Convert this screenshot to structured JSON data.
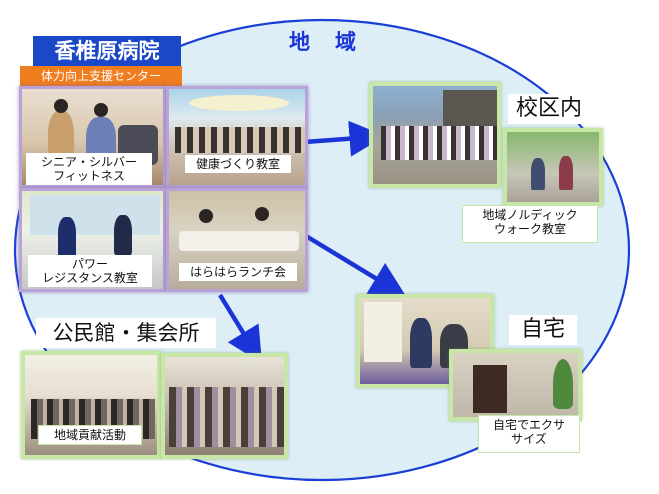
{
  "region_title": "地　域",
  "hospital": {
    "name": "香椎原病院",
    "center": "体力向上支援センター",
    "programs": [
      {
        "label": "シニア・シルバー\nフィットネス"
      },
      {
        "label": "健康づくり教室"
      },
      {
        "label": "パワー\nレジスタンス教室"
      },
      {
        "label": "はらはらランチ会"
      }
    ]
  },
  "school_district": {
    "title": "校区内",
    "activity": "地域ノルディック\nウォーク教室"
  },
  "home": {
    "title": "自宅",
    "activity": "自宅でエクサ\nサイズ"
  },
  "community_hall": {
    "title": "公民館・集会所",
    "activity": "地域貢献活動"
  },
  "colors": {
    "ellipse_fill": "#deeef7",
    "ellipse_stroke": "#1a3fd6",
    "arrow": "#1b34d8",
    "hospital_title_bg": "#1b47c9",
    "center_bg": "#f07d1e",
    "purple_frame": "#b9a3d6",
    "green_frame": "#c8e7a6"
  },
  "icons": [
    "arrow-right-icon",
    "arrow-down-right-icon",
    "arrow-down-icon"
  ]
}
